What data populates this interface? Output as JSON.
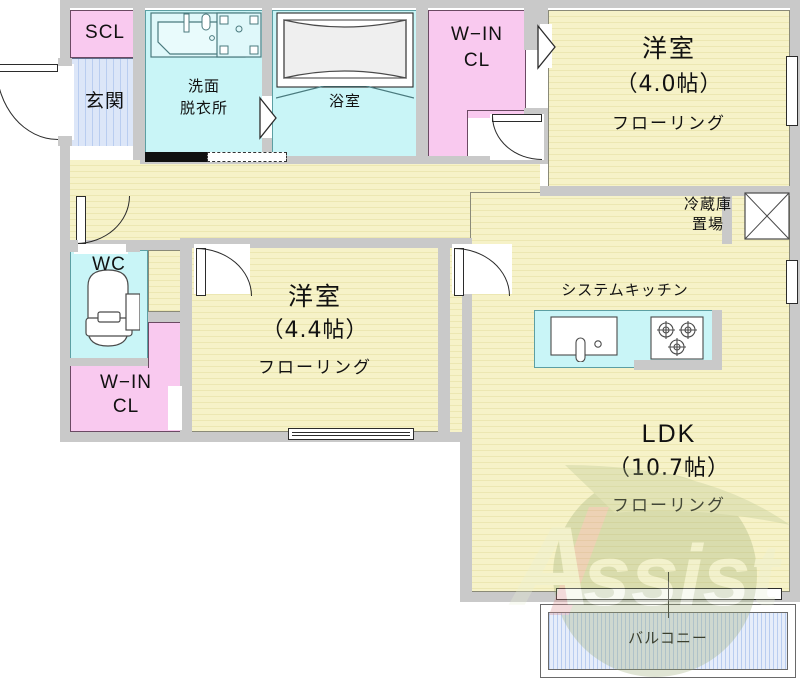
{
  "document": {
    "type": "floor-plan",
    "language": "ja",
    "watermark": "Assist"
  },
  "rooms": [
    {
      "id": "scl",
      "label": "SCL",
      "name_en": "shoe closet",
      "fill": "#f9c9ef"
    },
    {
      "id": "genkan",
      "label": "玄関",
      "name_en": "entrance",
      "fill": "#dce6f8"
    },
    {
      "id": "washroom",
      "label_line1": "洗面",
      "label_line2": "脱衣所",
      "name_en": "washroom / changing room",
      "fill": "#c9f5f7"
    },
    {
      "id": "bathroom",
      "label": "浴室",
      "name_en": "bathroom",
      "fill": "#c9f5f7"
    },
    {
      "id": "win-cl-top",
      "label_line1": "W−IN",
      "label_line2": "CL",
      "name_en": "walk-in closet",
      "fill": "#f9c9ef"
    },
    {
      "id": "washitsu-4-0",
      "label": "洋室",
      "size": "（4.0帖）",
      "flooring": "フローリング",
      "name_en": "western room 4.0 tatami",
      "fill": "#f6f2c8"
    },
    {
      "id": "wc",
      "label": "WC",
      "name_en": "toilet",
      "fill": "#c9f5f7"
    },
    {
      "id": "win-cl-left",
      "label_line1": "W−IN",
      "label_line2": "CL",
      "name_en": "walk-in closet",
      "fill": "#f9c9ef"
    },
    {
      "id": "washitsu-4-4",
      "label": "洋室",
      "size": "（4.4帖）",
      "flooring": "フローリング",
      "name_en": "western room 4.4 tatami",
      "fill": "#f6f2c8"
    },
    {
      "id": "ldk",
      "label": "LDK",
      "size": "（10.7帖）",
      "flooring": "フローリング",
      "name_en": "living dining kitchen 10.7 tatami",
      "fill": "#f6f2c8"
    },
    {
      "id": "balcony",
      "label": "バルコニー",
      "name_en": "balcony",
      "fill": "#e6edfa"
    }
  ],
  "annotations": {
    "fridge_line1": "冷蔵庫",
    "fridge_line2": "置場",
    "fridge_en": "refrigerator space",
    "system_kitchen": "システムキッチン",
    "system_kitchen_en": "system kitchen"
  },
  "colors": {
    "wall": "#c9c9c9",
    "wall_stroke": "#4a4a4a",
    "flooring": "#f6f2c8",
    "water_area": "#c9f5f7",
    "closet_pink": "#f9c9ef",
    "tile_blue": "#dce6f8",
    "watermark": "#8a9a6a"
  }
}
